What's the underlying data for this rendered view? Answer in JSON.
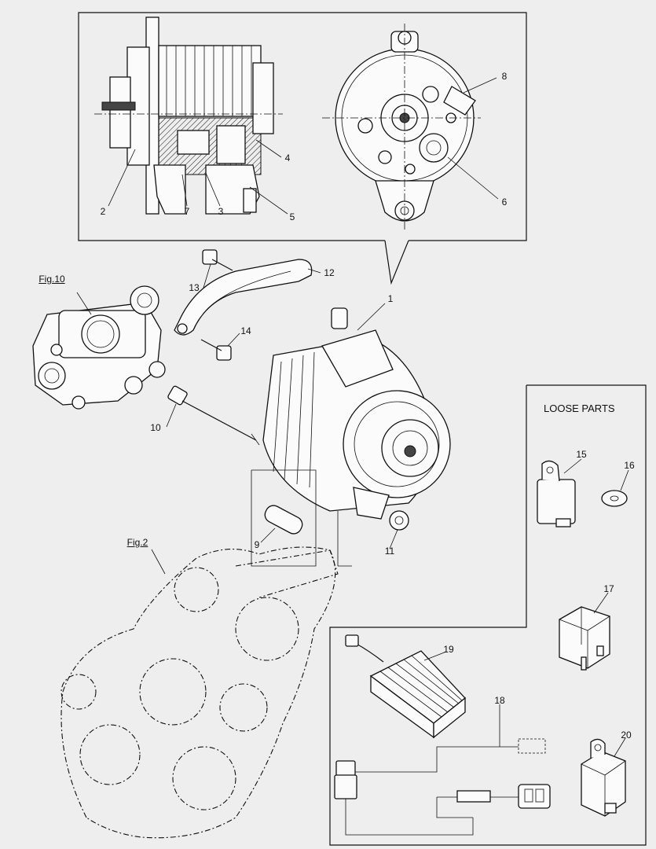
{
  "loose_parts": {
    "title": "LOOSE PARTS"
  },
  "figure_refs": {
    "fig10": "Fig.10",
    "fig2": "Fig.2"
  },
  "callouts": {
    "c1": "1",
    "c2": "2",
    "c3": "3",
    "c4": "4",
    "c5": "5",
    "c6": "6",
    "c7": "7",
    "c8": "8",
    "c9": "9",
    "c10": "10",
    "c11": "11",
    "c12": "12",
    "c13": "13",
    "c14": "14",
    "c15": "15",
    "c16": "16",
    "c17": "17",
    "c18": "18",
    "c19": "19",
    "c20": "20"
  }
}
